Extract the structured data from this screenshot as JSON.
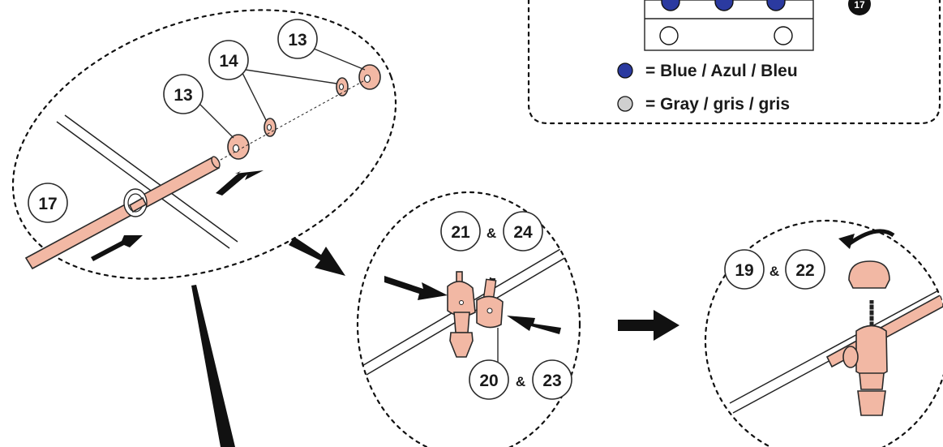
{
  "colors": {
    "part_fill": "#f2b8a4",
    "blue_dot": "#2b3aa0",
    "gray_dot": "#cfcfcf",
    "line": "#111111"
  },
  "legend": {
    "blue_label": "= Blue / Azul / Bleu",
    "gray_label": "= Gray / gris / gris",
    "corner_badge": "17"
  },
  "callouts": {
    "step1": {
      "top_13": "13",
      "mid_14": "14",
      "lower_13": "13",
      "rod_17": "17"
    },
    "step2": {
      "a": "21",
      "b": "24",
      "c": "20",
      "d": "23",
      "amp": "&"
    },
    "step3": {
      "a": "19",
      "b": "22",
      "amp": "&"
    }
  }
}
